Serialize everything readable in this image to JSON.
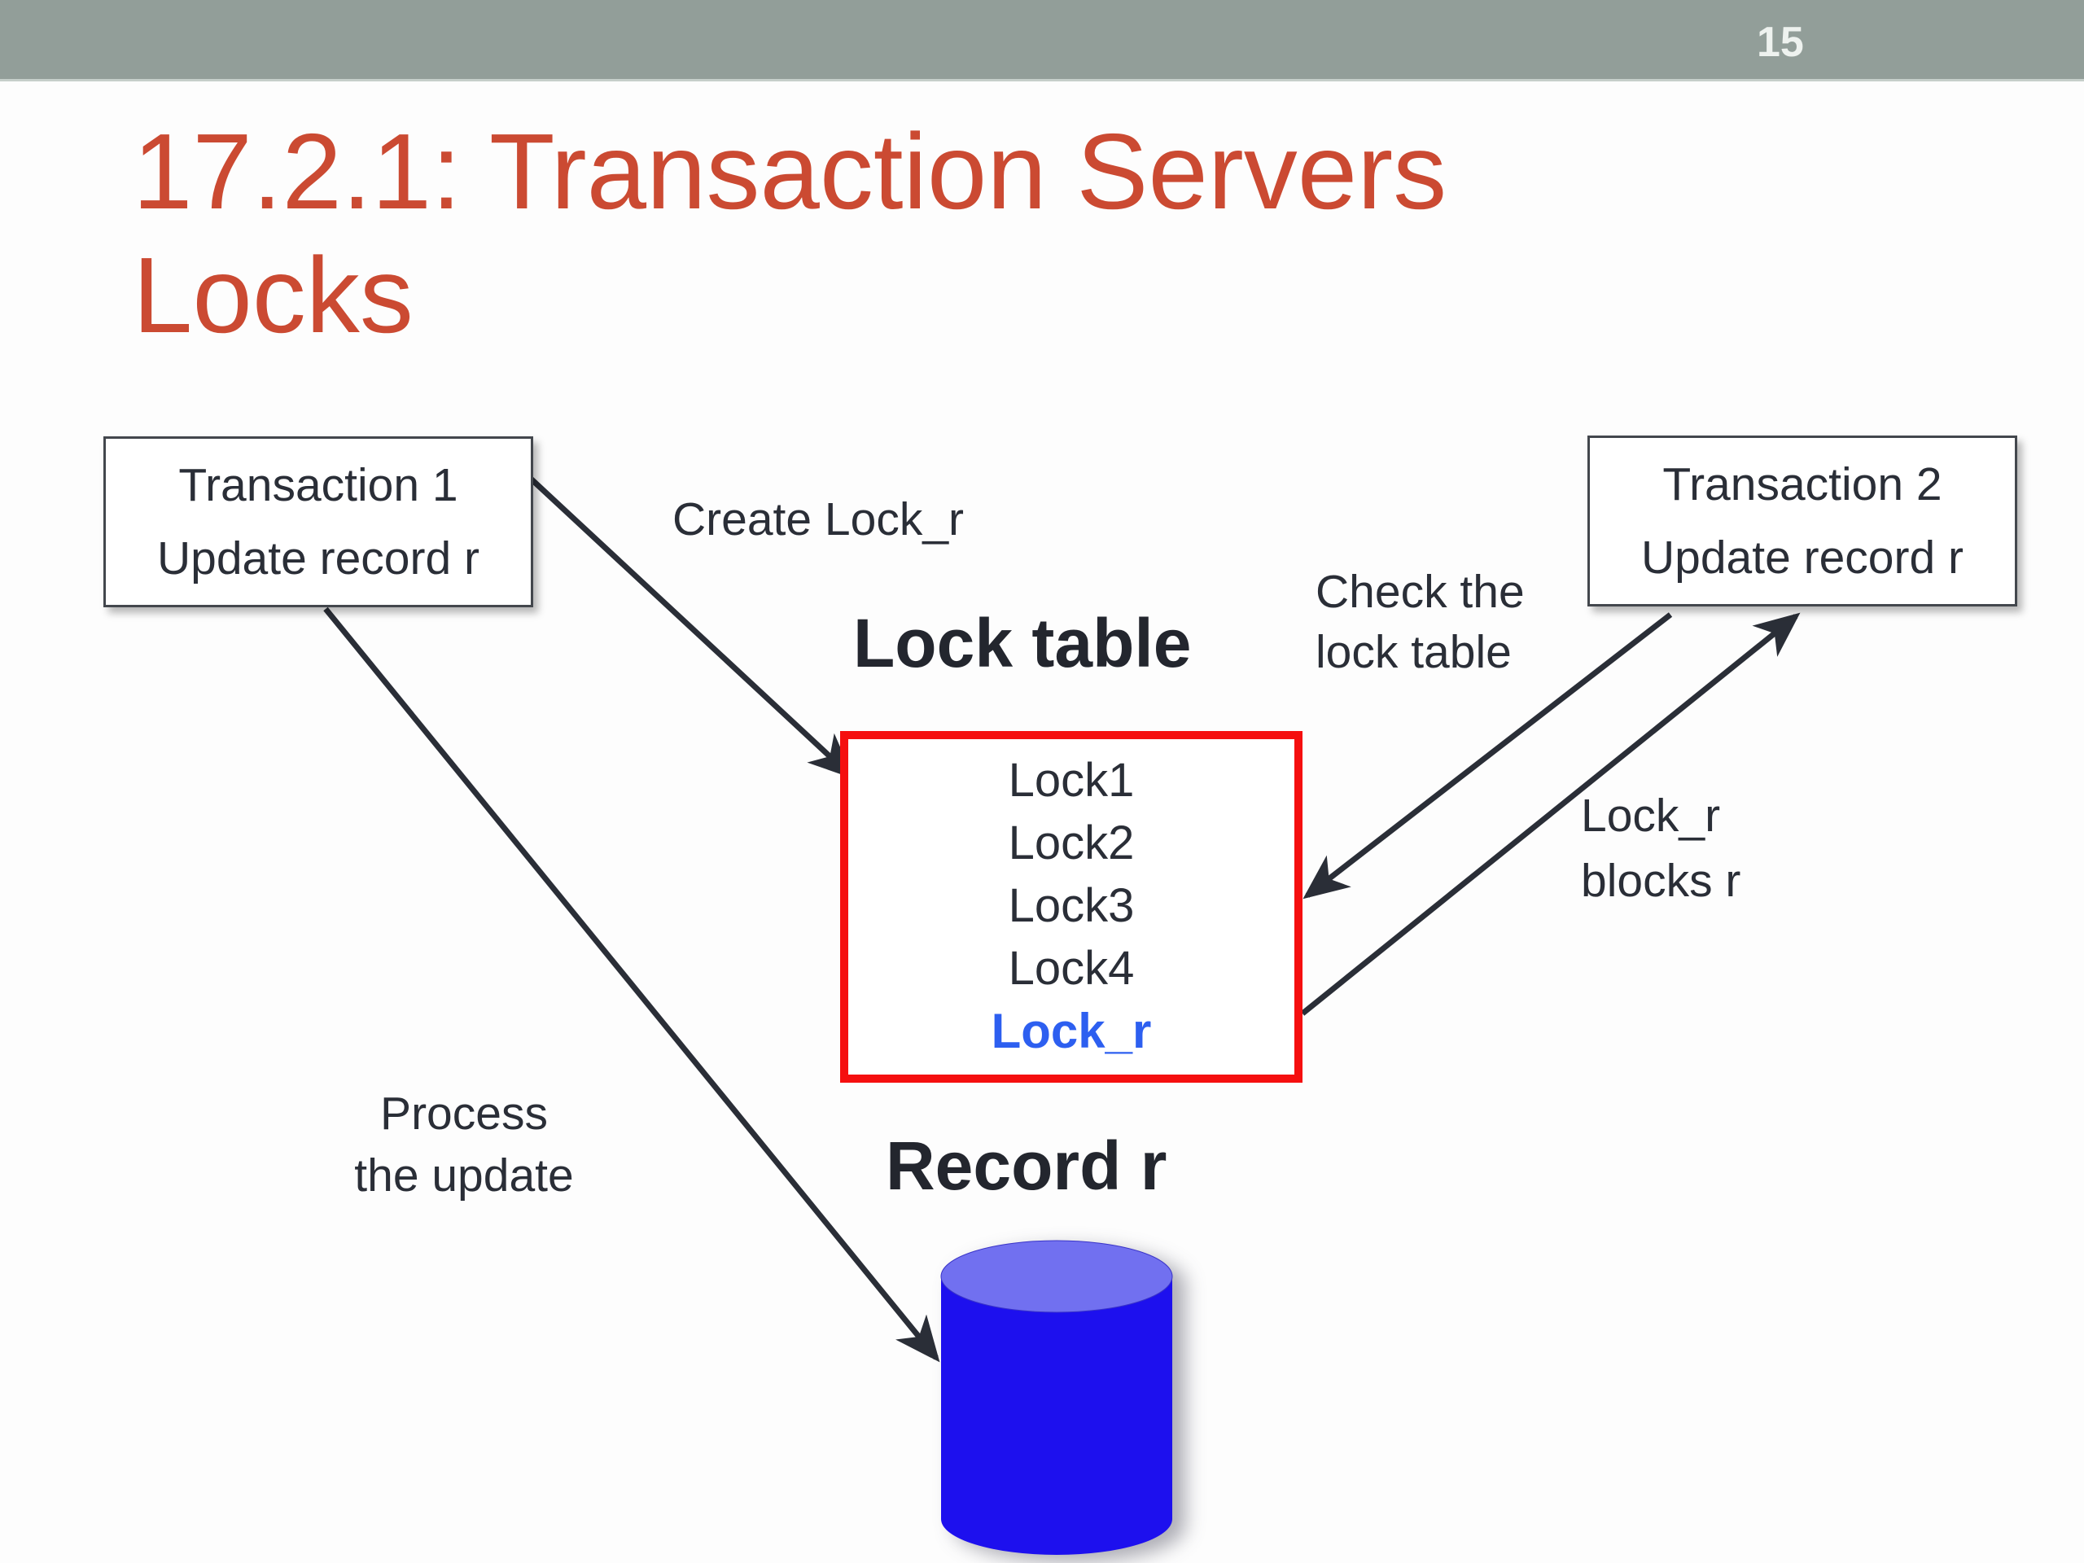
{
  "slide": {
    "page_number": "15",
    "title_line1": "17.2.1: Transaction Servers",
    "title_line2": "Locks"
  },
  "nodes": {
    "transaction1": {
      "line1": "Transaction 1",
      "line2": "Update record r"
    },
    "transaction2": {
      "line1": "Transaction 2",
      "line2": "Update record r"
    },
    "lock_table_heading": "Lock table",
    "lock_table_items": [
      "Lock1",
      "Lock2",
      "Lock3",
      "Lock4"
    ],
    "lock_table_highlight_item": "Lock_r",
    "record_heading": "Record r"
  },
  "labels": {
    "create_lock": "Create Lock_r",
    "check_line1": "Check the",
    "check_line2": "lock table",
    "blocks_line1": "Lock_r",
    "blocks_line2": "blocks r",
    "process_line1": "Process",
    "process_line2": "the update"
  },
  "colors": {
    "background": "#fdfdfd",
    "header_bar": "#929e99",
    "page_number": "#eef2ef",
    "title": "#cb4a32",
    "text": "#2a2e37",
    "arrow": "#2a2e37",
    "box_border": "#43474d",
    "red_box_border": "#f50f0f",
    "lock_highlight": "#2d5ff0",
    "cylinder_body": "#1d10ee",
    "cylinder_top": "#7170f0"
  }
}
